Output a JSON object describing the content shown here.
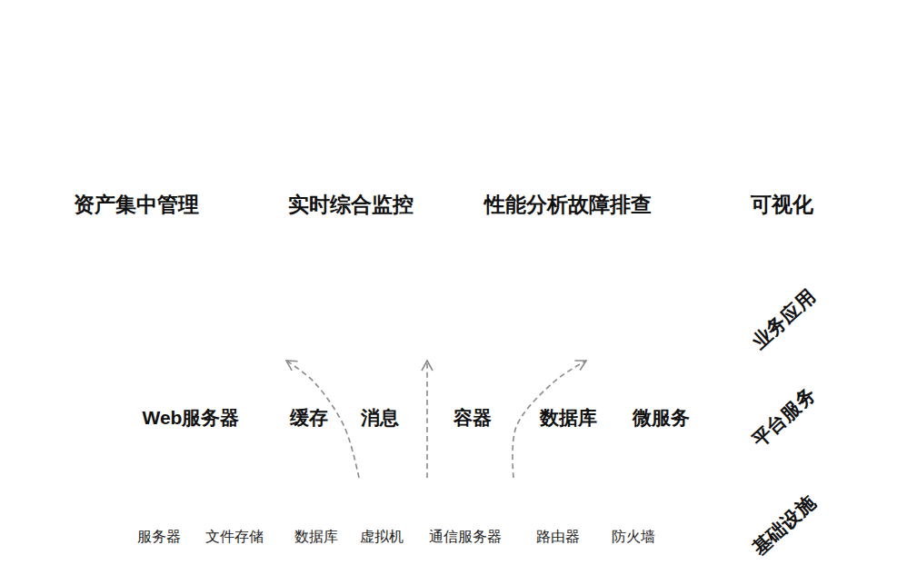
{
  "diagram": {
    "nodes": [
      {
        "text": [
          "资产集中管理"
        ]
      },
      {
        "text": [
          "实时综合监控"
        ]
      },
      {
        "text": [
          "性能分析故障排查"
        ]
      },
      {
        "text": [
          "可视化"
        ]
      },
      {
        "text": [
          "业务应用"
        ]
      },
      {
        "text": [
          "Web服务器",
          "缓存",
          "消息",
          "容器",
          "数据库",
          "微服务",
          "平台服务"
        ]
      },
      {
        "text": [
          "基础设施"
        ]
      },
      {
        "text": [
          "服务器",
          "文件存储",
          "数据库",
          "虚拟机",
          "通信服务器",
          "路由器",
          "防火墙"
        ],
        "in": 6
      }
    ],
    "edges": [
      {
        "from": 6,
        "to": 4,
        "arrow": "to"
      },
      {
        "from": 6,
        "to": 4,
        "arrow": "to"
      },
      {
        "from": 6,
        "to": 4,
        "arrow": "to"
      }
    ]
  }
}
